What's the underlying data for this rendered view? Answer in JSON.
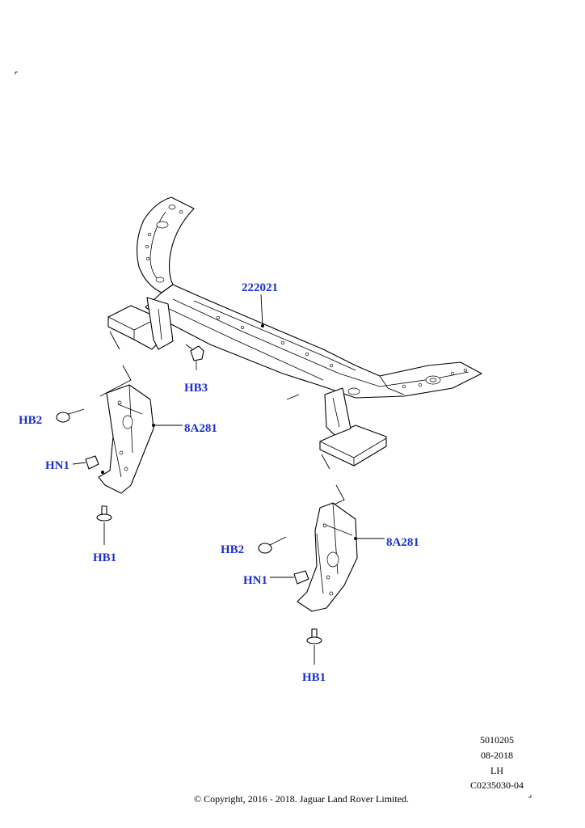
{
  "callouts": {
    "carrier": "222021",
    "bolt_hb3": "HB3",
    "lh_bolt_hb2": "HB2",
    "lh_bracket": "8A281",
    "lh_nut_hn1": "HN1",
    "lh_bolt_hb1": "HB1",
    "rh_bolt_hb2": "HB2",
    "rh_bracket": "8A281",
    "rh_nut_hn1": "HN1",
    "rh_bolt_hb1": "HB1"
  },
  "info_block": {
    "code": "5010205",
    "date": "08-2018",
    "side": "LH",
    "illustration_id": "C0235030-04"
  },
  "copyright": "© Copyright, 2016 - 2018. Jaguar Land Rover Limited.",
  "colors": {
    "callout_text": "#1a2fd0",
    "line_art": "#000000",
    "background": "#ffffff"
  }
}
